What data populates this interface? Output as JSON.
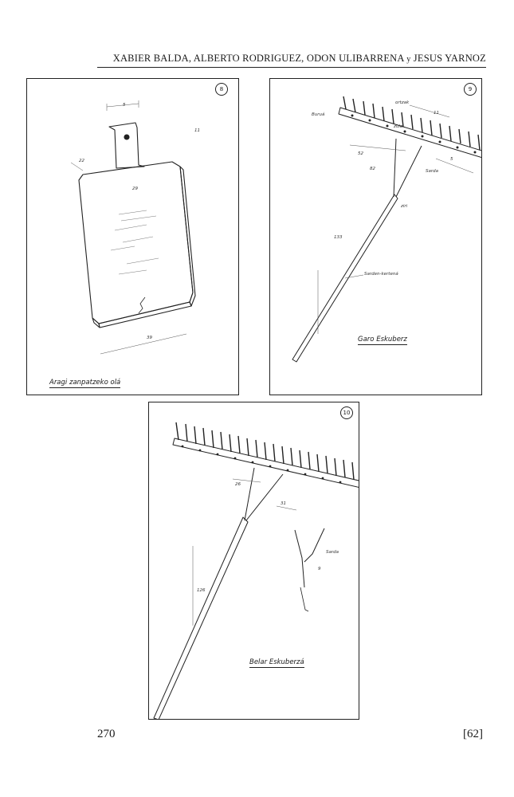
{
  "header": {
    "authors_main": "XABIER BALDA, ALBERTO RODRIGUEZ, ODON ULIBARRENA",
    "connector": "y",
    "authors_last": "JESUS YARNOZ"
  },
  "plates": [
    {
      "number": "8",
      "caption": "Aragi zanpatzeko olá",
      "labels": {
        "d1": "5",
        "d2": "11",
        "d3": "29",
        "d4": "39",
        "d5": "22"
      }
    },
    {
      "number": "9",
      "caption": "Garo Eskuberz",
      "labels": {
        "buruá": "Buruá",
        "ortzak": "ortzak",
        "zulo": "zulo",
        "d11": "11",
        "d52": "52",
        "d82": "82",
        "sarda": "Sarda",
        "d5": "5",
        "ziri": "ziri",
        "d133": "133",
        "sarden_kertena": "Sarden-kertená"
      }
    },
    {
      "number": "10",
      "caption": "Belar Eskuberzá",
      "labels": {
        "d26": "26",
        "d31": "31",
        "sarda": "Sarda",
        "d9": "9",
        "d126": "126"
      }
    }
  ],
  "footer": {
    "page_number": "270",
    "bracket_number": "[62]"
  }
}
